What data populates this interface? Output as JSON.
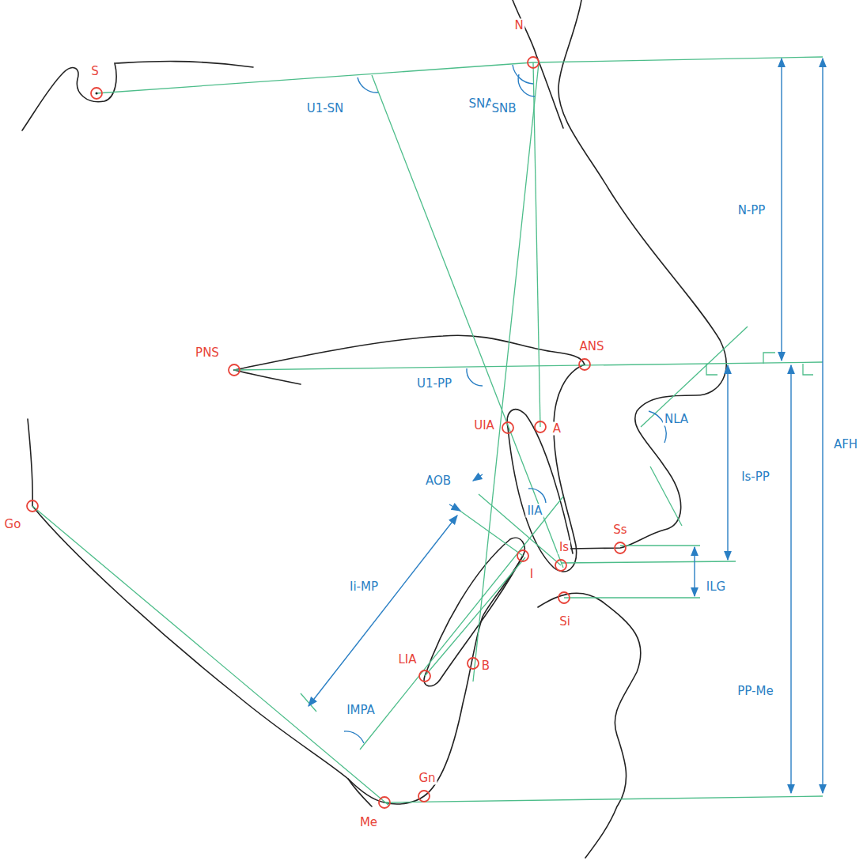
{
  "diagram": {
    "labels": [
      "S",
      "N",
      "PNS",
      "ANS",
      "UIA",
      "A",
      "Is",
      "Ss",
      "I",
      "Si",
      "LIA",
      "B",
      "Go",
      "Gn",
      "Me",
      "U1-SN",
      "SNA",
      "SNB",
      "N-PP",
      "U1-PP",
      "NLA",
      "Is-PP",
      "AFH",
      "AOB",
      "IIA",
      "Ii-MP",
      "ILG",
      "IMPA",
      "PP-Me"
    ]
  }
}
